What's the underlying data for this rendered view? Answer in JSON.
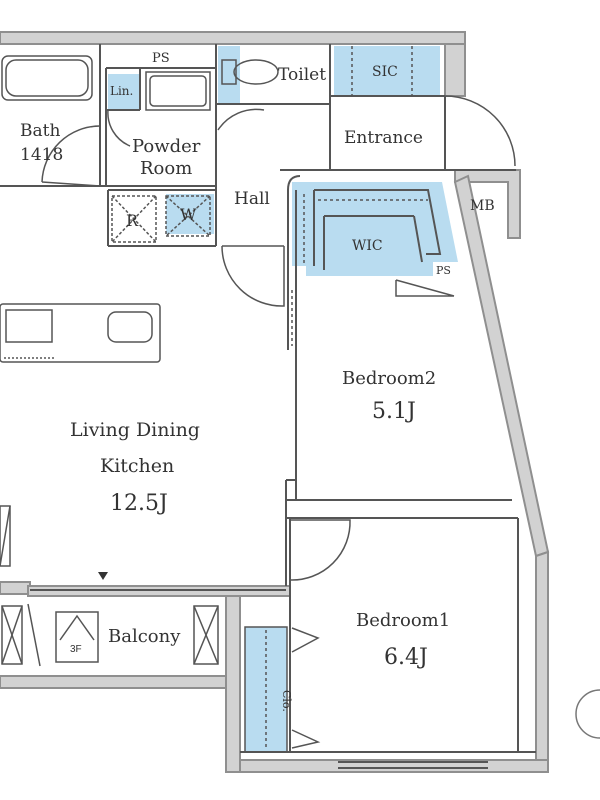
{
  "colors": {
    "wall": "#8f8f8f",
    "wall_fill": "#bdbdbd",
    "line": "#555555",
    "storage_fill": "#b9dcf0",
    "background": "#ffffff"
  },
  "rooms": {
    "ps_top": "PS",
    "toilet": "Toilet",
    "sic": "SIC",
    "lin": "Lin.",
    "bath_name": "Bath",
    "bath_size": "1418",
    "powder_line1": "Powder",
    "powder_line2": "Room",
    "entrance": "Entrance",
    "hall": "Hall",
    "mb": "MB",
    "r": "R",
    "w": "W",
    "wic": "WIC",
    "ps_wic": "PS",
    "ldk_line1": "Living Dining",
    "ldk_line2": "Kitchen",
    "ldk_size": "12.5J",
    "bedroom2_name": "Bedroom2",
    "bedroom2_size": "5.1J",
    "bedroom1_name": "Bedroom1",
    "bedroom1_size": "6.4J",
    "balcony": "Balcony",
    "floor_marker": "3F",
    "clo": "Clo."
  }
}
